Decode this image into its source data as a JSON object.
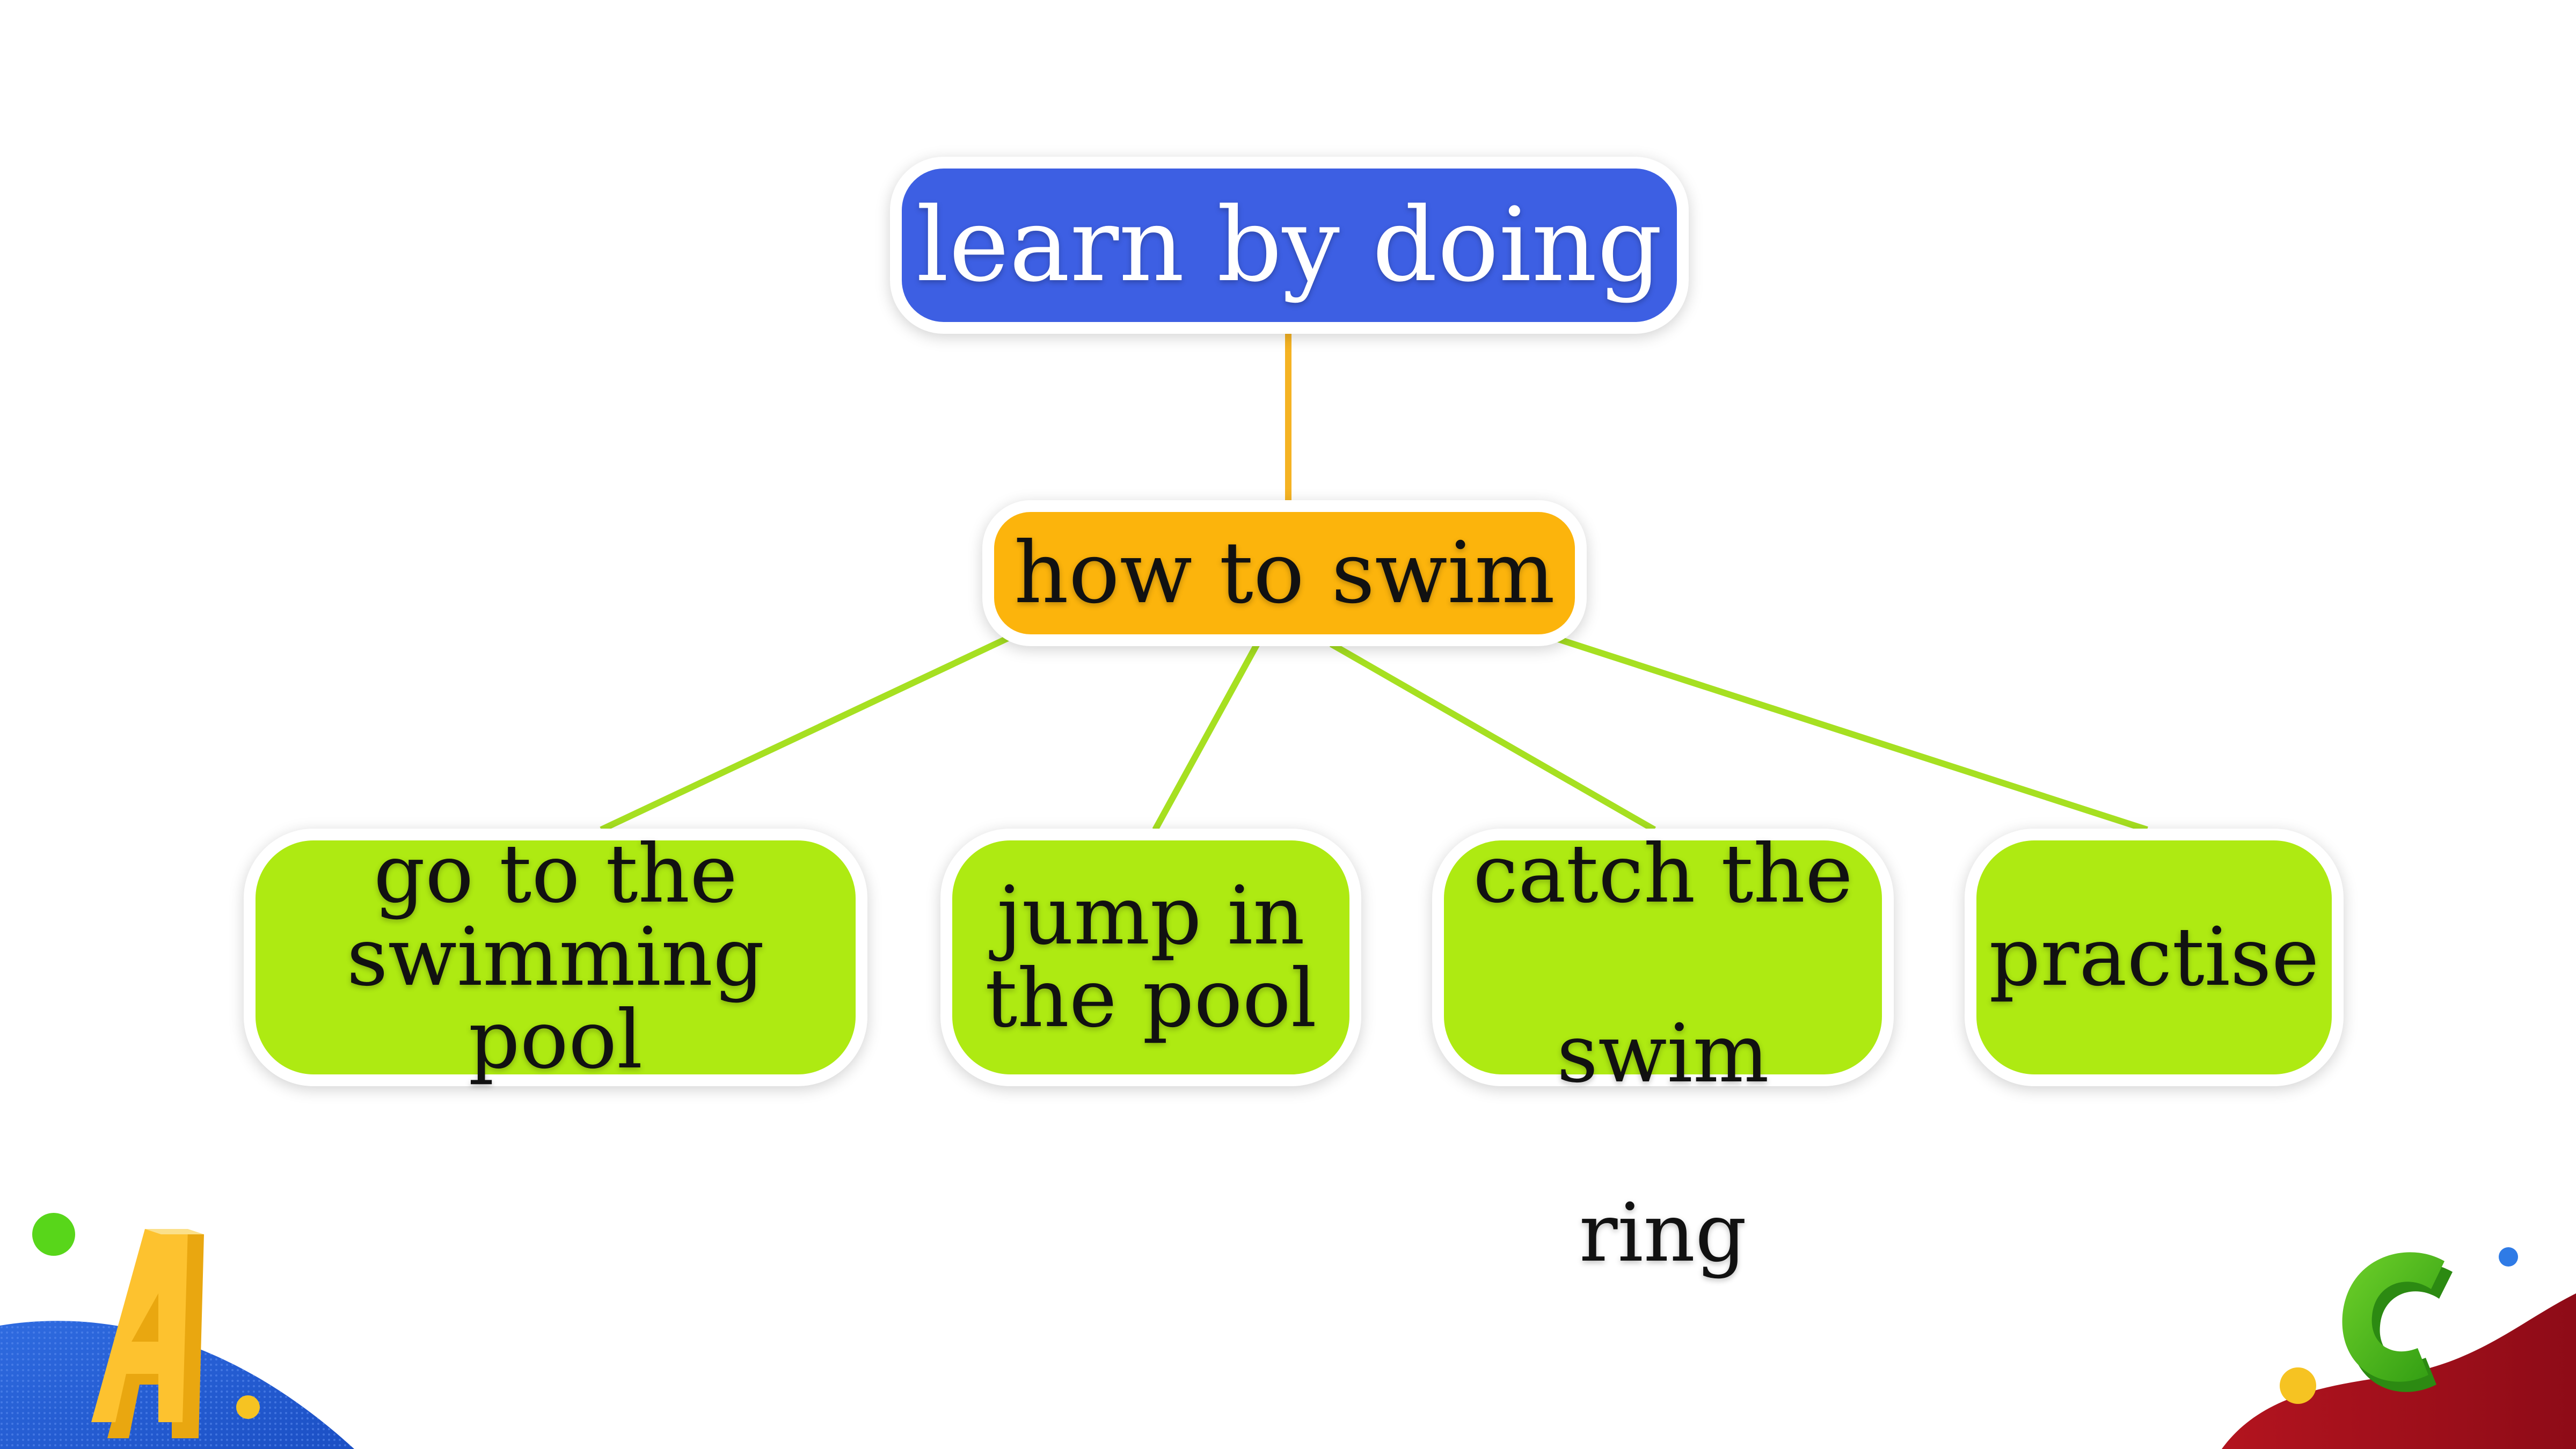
{
  "diagram": {
    "root": {
      "label": "learn by doing",
      "color": "#3d5fe3"
    },
    "child": {
      "label": "how to swim",
      "color": "#fcb40c"
    },
    "leaves": [
      {
        "lines": [
          "go to the",
          "swimming pool"
        ]
      },
      {
        "lines": [
          "jump in",
          "the pool"
        ]
      },
      {
        "lines": [
          "catch the",
          "swim",
          "ring"
        ]
      },
      {
        "lines": [
          "practise"
        ]
      }
    ],
    "leaf_color": "#aeea12",
    "connector_colors": {
      "root_to_child": "#f5b323",
      "child_to_leaves": "#a6e021"
    }
  },
  "decorations": {
    "left_letter": "A",
    "right_letter": "C"
  }
}
